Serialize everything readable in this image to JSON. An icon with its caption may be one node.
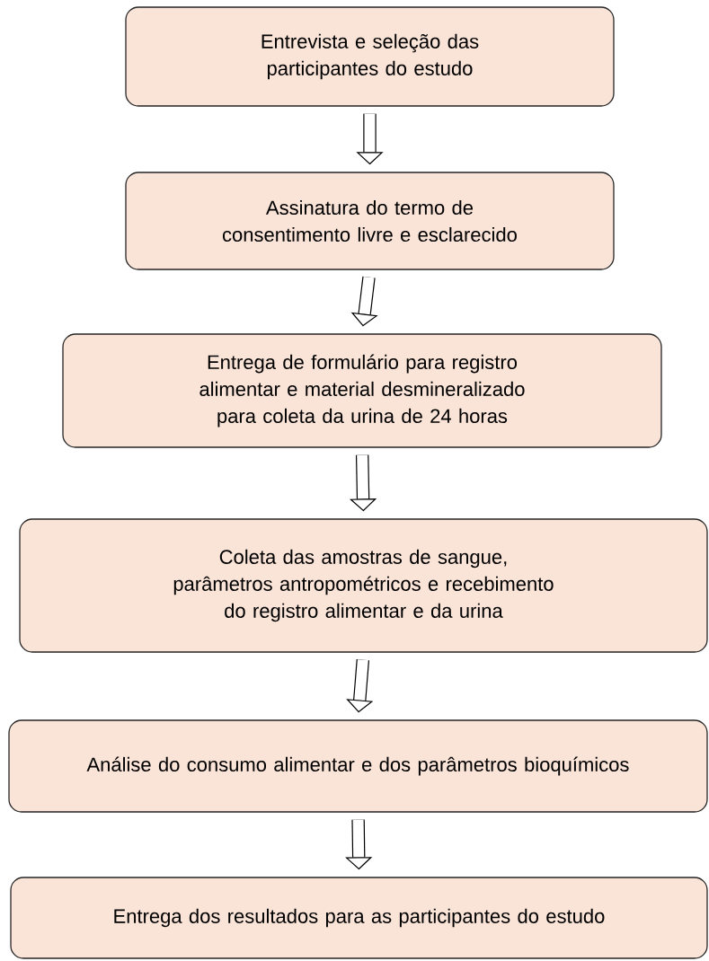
{
  "diagram": {
    "nodes": [
      {
        "text": [
          "Entrevista e seleção das participantes do estudo"
        ]
      },
      {
        "text": [
          "Assinatura do termo de consentimento livre e esclarecido"
        ]
      },
      {
        "text": [
          "Entrega de formulário para registro alimentar e material desmineralizado para coleta da urina de 24 horas"
        ]
      },
      {
        "text": [
          "Coleta das amostras de sangue, parâmetros antropométricos e recebimento do registro alimentar e da urina"
        ]
      },
      {
        "text": [
          "Análise do consumo alimentar e dos parâmetros bioquímicos"
        ]
      },
      {
        "text": [
          "Entrega dos resultados para as participantes do estudo"
        ]
      }
    ],
    "edges": [
      {
        "from": 0,
        "to": 1,
        "arrow": "to"
      },
      {
        "from": 1,
        "to": 2,
        "arrow": "to"
      },
      {
        "from": 2,
        "to": 3,
        "arrow": "to"
      },
      {
        "from": 3,
        "to": 4,
        "arrow": "to"
      },
      {
        "from": 4,
        "to": 5,
        "arrow": "to"
      }
    ]
  }
}
